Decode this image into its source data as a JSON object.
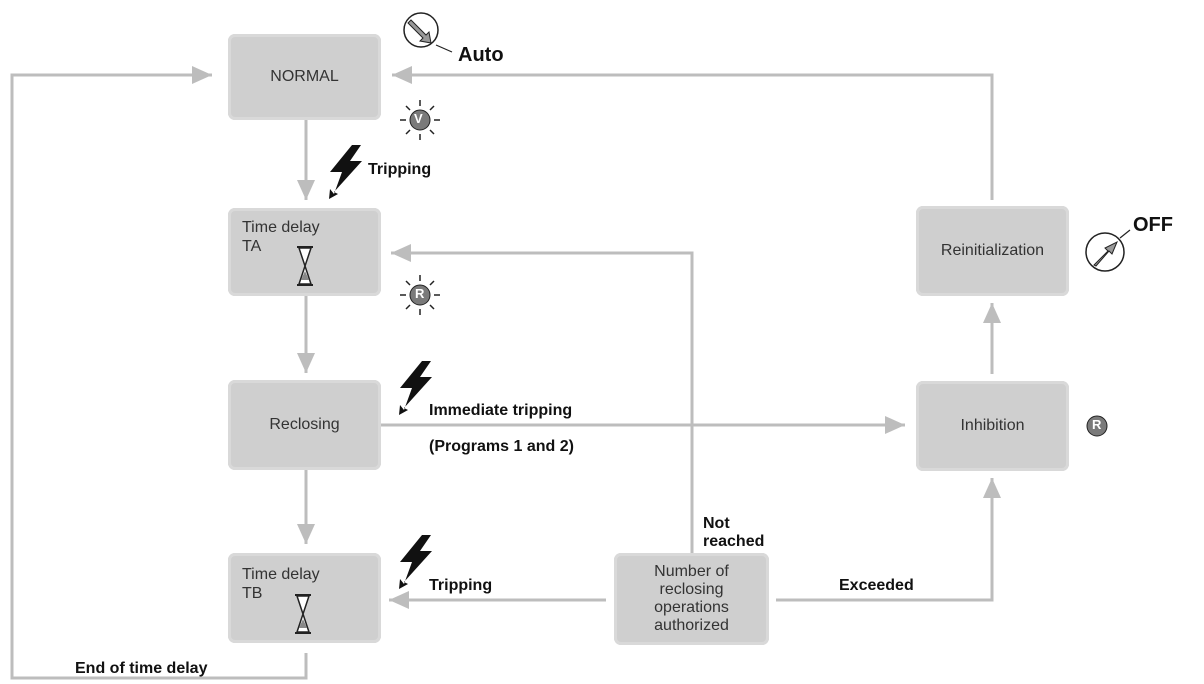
{
  "nodes": {
    "normal": "NORMAL",
    "time_delay_ta": {
      "line1": "Time delay",
      "line2": "TA"
    },
    "reclosing": "Reclosing",
    "time_delay_tb": {
      "line1": "Time delay",
      "line2": "TB"
    },
    "reinitialization": "Reinitialization",
    "inhibition": "Inhibition",
    "number_of_reclosing": {
      "line1": "Number of",
      "line2": "reclosing",
      "line3": "operations",
      "line4": "authorized"
    }
  },
  "labels": {
    "auto": "Auto",
    "off": "OFF",
    "tripping_top": "Tripping",
    "immediate_tripping": "Immediate tripping",
    "programs": "(Programs 1 and 2)",
    "not_reached_1": "Not",
    "not_reached_2": "reached",
    "tripping_bottom": "Tripping",
    "exceeded": "Exceeded",
    "end_of_time_delay": "End of time delay"
  },
  "indicators": {
    "v_lamp": "V",
    "r_lamp_ta": "R",
    "r_lamp_inhibition": "R"
  },
  "icons": [
    "auto-switch-icon",
    "off-switch-icon",
    "lightning-icon",
    "hourglass-icon",
    "lamp-icon"
  ],
  "colors": {
    "box": "#cfcfcf",
    "arrow": "#bdbdbd",
    "lamp": "#7a7a7a"
  }
}
